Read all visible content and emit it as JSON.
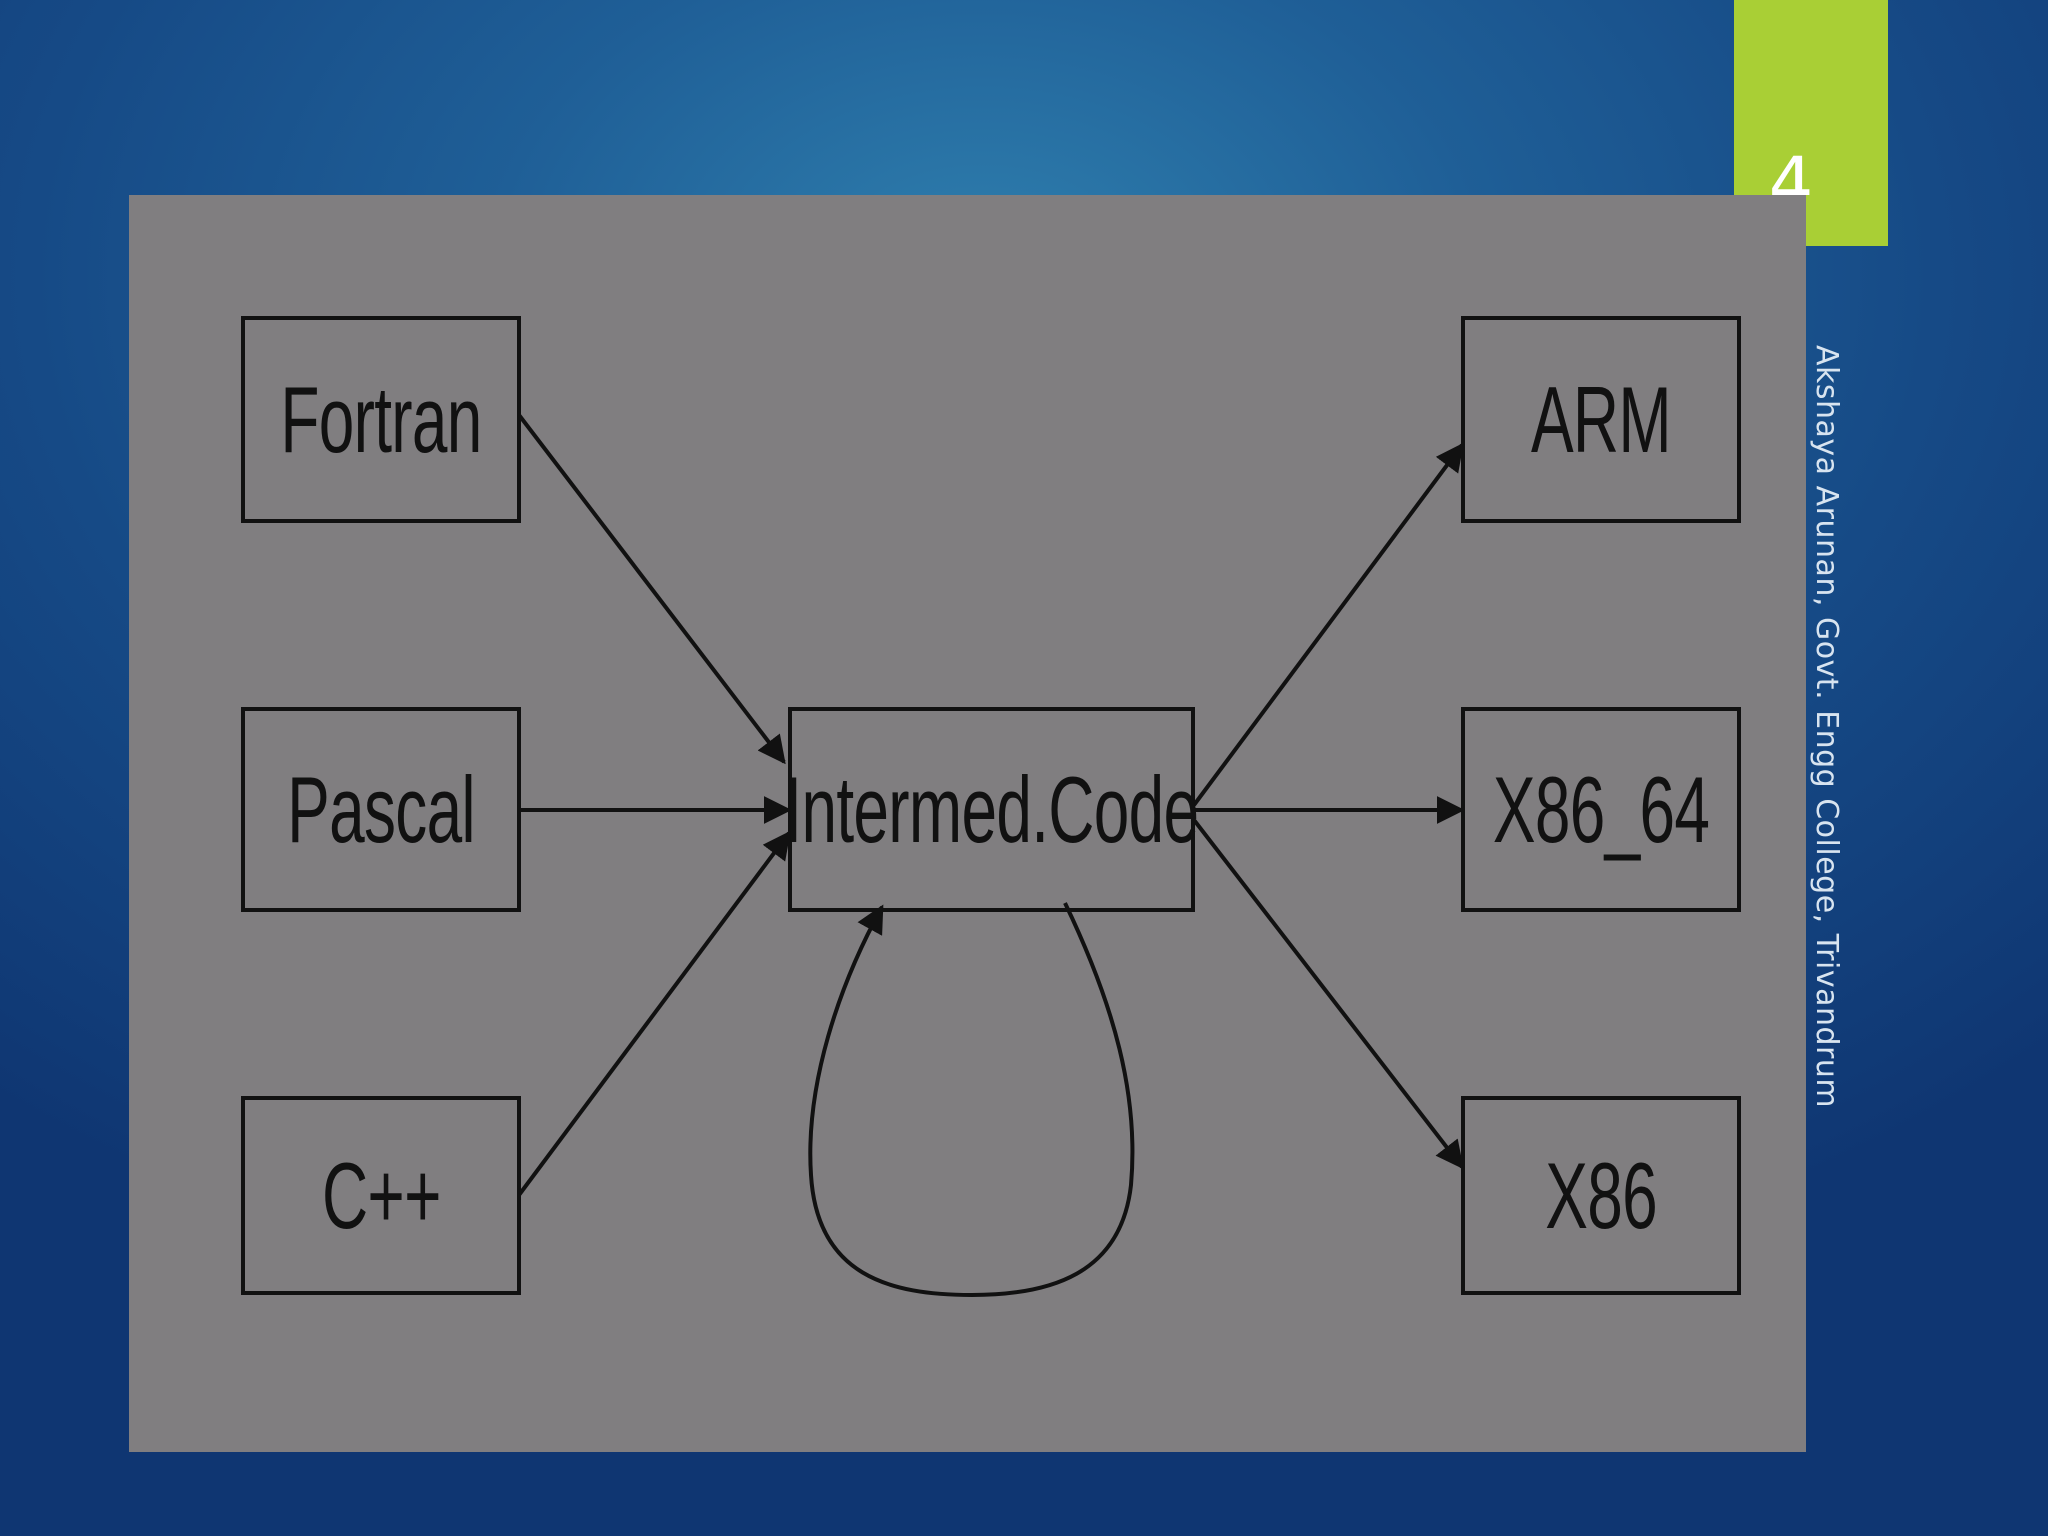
{
  "slide": {
    "number": "4",
    "footer": "Akshaya Arunan, Govt. Engg College, Trivandrum",
    "accent_color": "#a9cf35",
    "background_colors": [
      "#2f7fae",
      "#164a86",
      "#0f3672"
    ],
    "panel_color": "#807e80"
  },
  "diagram": {
    "sources": [
      "Fortran",
      "Pascal",
      "C++"
    ],
    "intermediate": "Intermed.Code",
    "targets": [
      "ARM",
      "X86_64",
      "X86"
    ],
    "edges": [
      {
        "from": "Fortran",
        "to": "Intermed.Code"
      },
      {
        "from": "Pascal",
        "to": "Intermed.Code"
      },
      {
        "from": "C++",
        "to": "Intermed.Code"
      },
      {
        "from": "Intermed.Code",
        "to": "ARM"
      },
      {
        "from": "Intermed.Code",
        "to": "X86_64"
      },
      {
        "from": "Intermed.Code",
        "to": "X86"
      },
      {
        "from": "Intermed.Code",
        "to": "Intermed.Code"
      }
    ]
  }
}
